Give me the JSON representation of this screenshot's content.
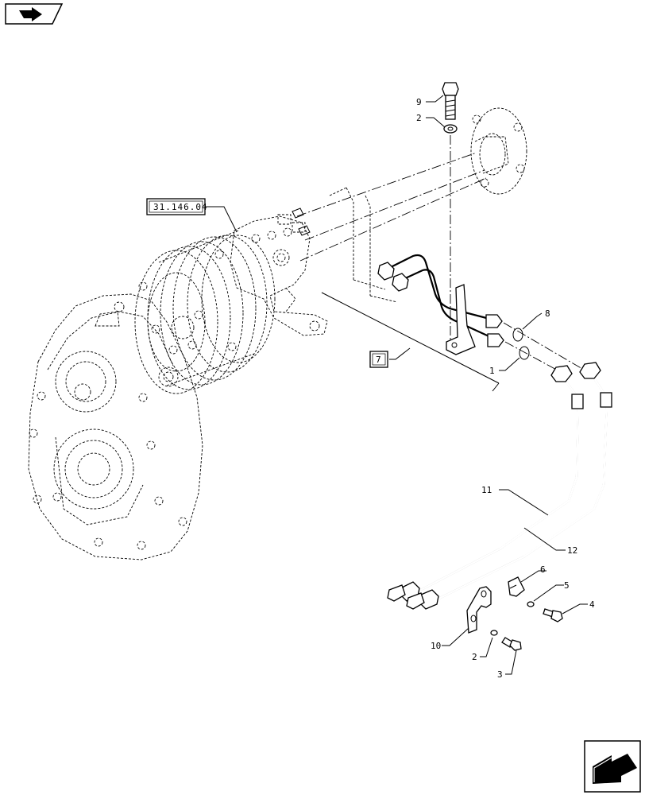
{
  "diagram": {
    "reference_box": "31.146.04",
    "group_box": "7",
    "callouts": {
      "c1": "1",
      "c2a": "2",
      "c2b": "2",
      "c3": "3",
      "c4": "4",
      "c5": "5",
      "c6": "6",
      "c8": "8",
      "c9": "9",
      "c10": "10",
      "c11": "11",
      "c12": "12"
    }
  },
  "icons": {
    "top_left": "previous-page-arrow-icon",
    "bottom_right": "next-page-arrow-icon"
  }
}
